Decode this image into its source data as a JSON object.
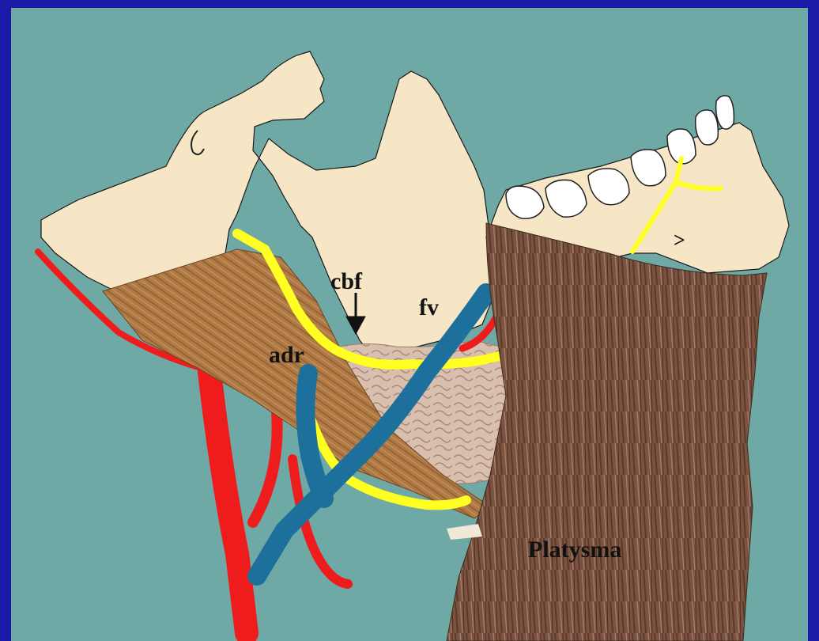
{
  "labels": {
    "cbf": "cbf",
    "fv": "fv",
    "adr": "adr",
    "platysma": "Platysma",
    "mark": ">"
  },
  "colors": {
    "frame": "#1a1aa6",
    "background": "#6fa9a6",
    "bone": "#f7e6c6",
    "artery": "#ee1c1c",
    "vein": "#1d6f9c",
    "nerve": "#ffff22",
    "muscle_digastric": "#b07a45",
    "muscle_platysma": "#7b5340",
    "gland": "#d9bfae"
  }
}
